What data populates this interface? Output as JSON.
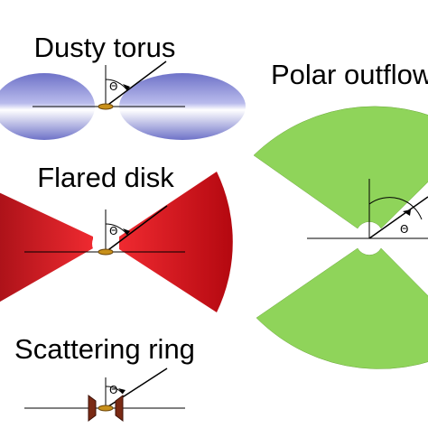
{
  "panels": {
    "dusty_torus": {
      "label": "Dusty torus",
      "angle_label": "Θ"
    },
    "flared_disk": {
      "label": "Flared disk",
      "angle_label": "Θ"
    },
    "scattering_ring": {
      "label": "Scattering ring",
      "angle_label": "Θ"
    },
    "polar_outflow": {
      "label": "Polar outflow",
      "angle_label": "Θ"
    }
  },
  "colors": {
    "torus_fill": "#8b8ed8",
    "disk_fill": "#e0141e",
    "outflow_fill": "#8fd45a",
    "core": "#c8901a",
    "ring": "#7a2a14"
  }
}
